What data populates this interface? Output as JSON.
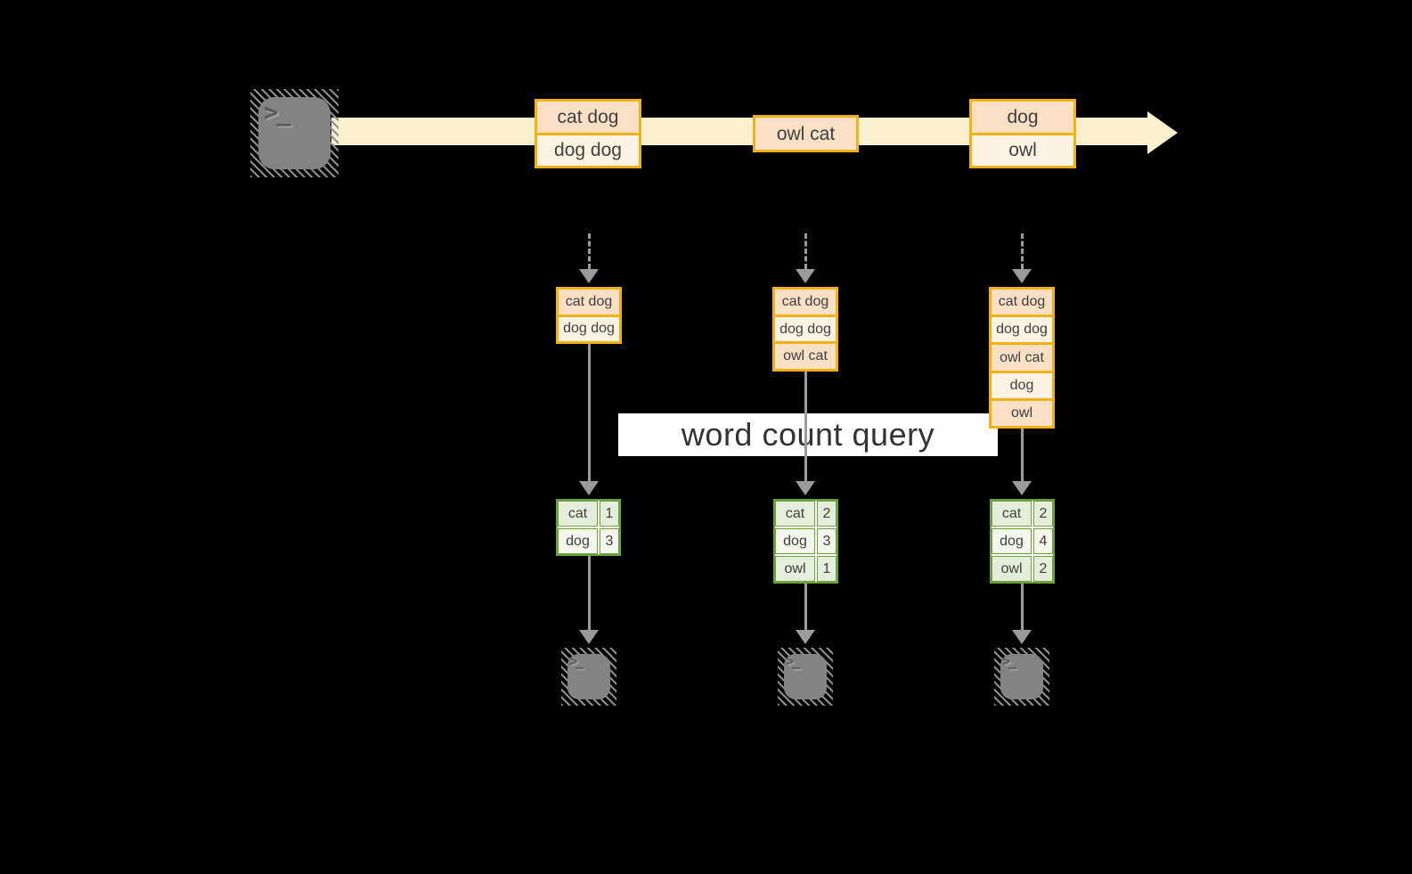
{
  "colors": {
    "gold_border": "#F2B114",
    "peach_fill": "#F9DFC3",
    "cream_fill": "#FDF3E5",
    "stream_band": "#FAF0CE",
    "green_border": "#6CA23C",
    "green_fill_a": "#E5EEDA",
    "green_fill_b": "#F3F7EE",
    "arrow_gray": "#9B9B9B",
    "text_dark": "#3F3F3F",
    "query_band_bg": "#FFFFFF",
    "terminal_gray": "#838383"
  },
  "source_terminal": {
    "prompt": ">_"
  },
  "stream": {
    "events": [
      {
        "rows": [
          "cat dog",
          "dog dog"
        ]
      },
      {
        "rows": [
          "owl cat"
        ]
      },
      {
        "rows": [
          "dog",
          "owl"
        ]
      }
    ]
  },
  "states": [
    {
      "rows": [
        "cat dog",
        "dog dog"
      ]
    },
    {
      "rows": [
        "cat dog",
        "dog dog",
        "owl cat"
      ]
    },
    {
      "rows": [
        "cat dog",
        "dog dog",
        "owl cat",
        "dog",
        "owl"
      ]
    }
  ],
  "query": {
    "label": "word count query"
  },
  "results": [
    {
      "rows": [
        {
          "word": "cat",
          "count": "1"
        },
        {
          "word": "dog",
          "count": "3"
        }
      ]
    },
    {
      "rows": [
        {
          "word": "cat",
          "count": "2"
        },
        {
          "word": "dog",
          "count": "3"
        },
        {
          "word": "owl",
          "count": "1"
        }
      ]
    },
    {
      "rows": [
        {
          "word": "cat",
          "count": "2"
        },
        {
          "word": "dog",
          "count": "4"
        },
        {
          "word": "owl",
          "count": "2"
        }
      ]
    }
  ],
  "sink_terminals": [
    {
      "prompt": ">_"
    },
    {
      "prompt": ">_"
    },
    {
      "prompt": ">_"
    }
  ]
}
